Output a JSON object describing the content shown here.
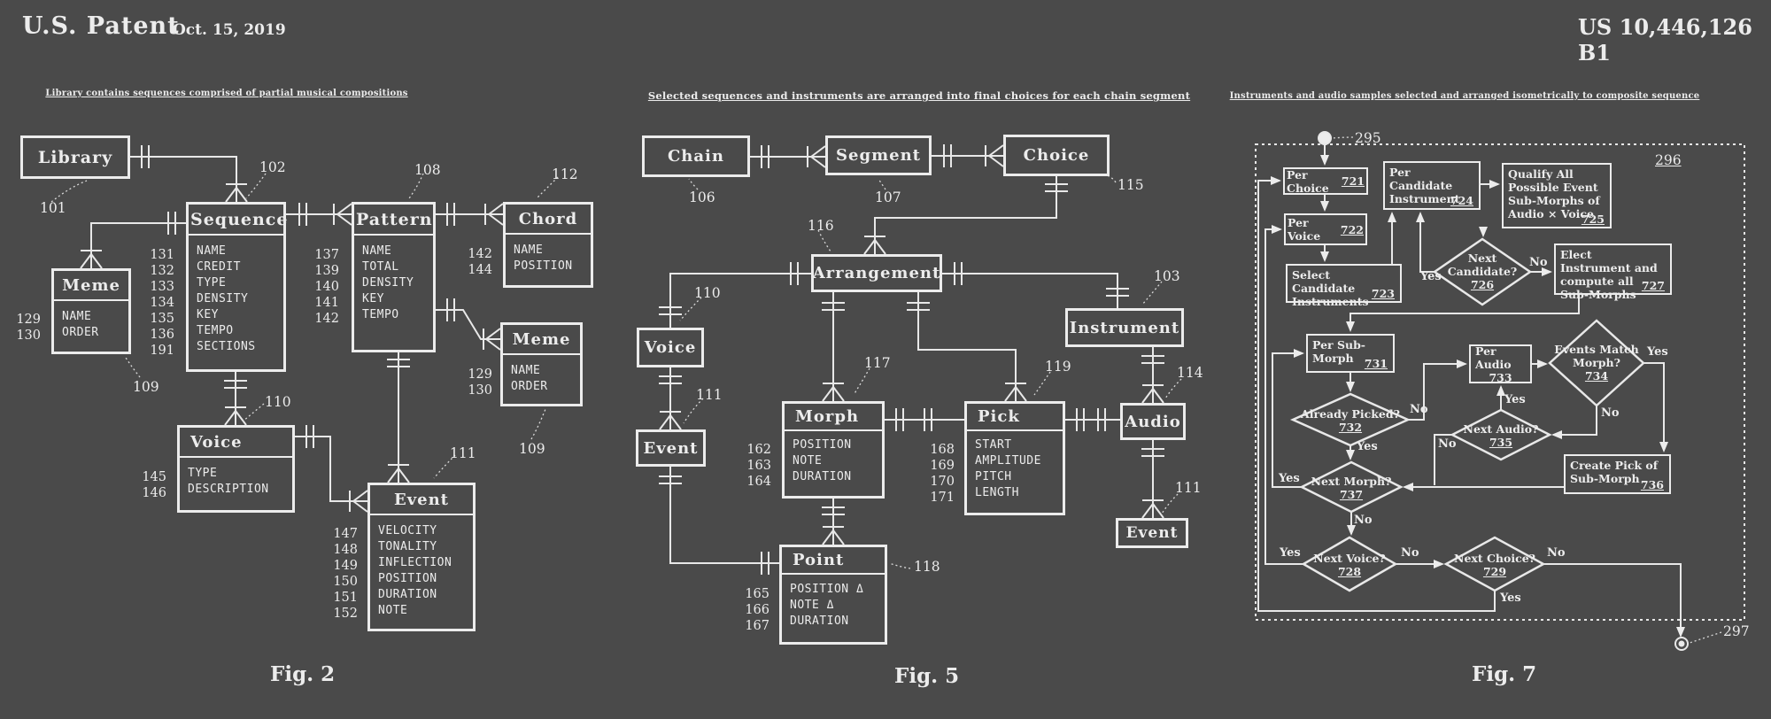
{
  "header": {
    "patent": "U.S. Patent",
    "date": "Oct. 15, 2019",
    "number": "US 10,446,126 B1"
  },
  "fig2": {
    "caption": "Library contains sequences comprised of partial musical compositions",
    "label": "Fig. 2",
    "entities": [
      {
        "title": "Library",
        "ref": "101",
        "fields": [],
        "refs": []
      },
      {
        "title": "Sequence",
        "ref": "102",
        "fields": [
          "NAME",
          "CREDIT",
          "TYPE",
          "DENSITY",
          "KEY",
          "TEMPO",
          "SECTIONS"
        ],
        "refs": [
          "131",
          "132",
          "133",
          "134",
          "135",
          "136",
          "191"
        ]
      },
      {
        "title": "Meme",
        "ref": "109",
        "fields": [
          "NAME",
          "ORDER"
        ],
        "refs": [
          "129",
          "130"
        ]
      },
      {
        "title": "Pattern",
        "ref": "108",
        "fields": [
          "NAME",
          "TOTAL",
          "DENSITY",
          "KEY",
          "TEMPO"
        ],
        "refs": [
          "137",
          "139",
          "140",
          "141",
          "142"
        ]
      },
      {
        "title": "Chord",
        "ref": "112",
        "fields": [
          "NAME",
          "POSITION"
        ],
        "refs": [
          "142",
          "144"
        ]
      },
      {
        "title": "Meme",
        "ref": "109",
        "fields": [
          "NAME",
          "ORDER"
        ],
        "refs": [
          "129",
          "130"
        ]
      },
      {
        "title": "Voice",
        "ref": "110",
        "fields": [
          "TYPE",
          "DESCRIPTION"
        ],
        "refs": [
          "145",
          "146"
        ]
      },
      {
        "title": "Event",
        "ref": "111",
        "fields": [
          "VELOCITY",
          "TONALITY",
          "INFLECTION",
          "POSITION",
          "DURATION",
          "NOTE"
        ],
        "refs": [
          "147",
          "148",
          "149",
          "150",
          "151",
          "152"
        ]
      }
    ]
  },
  "fig5": {
    "caption": "Selected sequences and instruments are arranged into final choices for each chain segment",
    "label": "Fig. 5",
    "entities": [
      {
        "title": "Chain",
        "ref": "106",
        "fields": [],
        "refs": []
      },
      {
        "title": "Segment",
        "ref": "107",
        "fields": [],
        "refs": []
      },
      {
        "title": "Choice",
        "ref": "115",
        "fields": [],
        "refs": []
      },
      {
        "title": "Arrangement",
        "ref": "116",
        "fields": [],
        "refs": []
      },
      {
        "title": "Instrument",
        "ref": "103",
        "fields": [],
        "refs": []
      },
      {
        "title": "Voice",
        "ref": "110",
        "fields": [],
        "refs": []
      },
      {
        "title": "Event",
        "ref": "111",
        "fields": [],
        "refs": []
      },
      {
        "title": "Morph",
        "ref": "117",
        "fields": [
          "POSITION",
          "NOTE",
          "DURATION"
        ],
        "refs": [
          "162",
          "163",
          "164"
        ]
      },
      {
        "title": "Pick",
        "ref": "119",
        "fields": [
          "START",
          "AMPLITUDE",
          "PITCH",
          "LENGTH"
        ],
        "refs": [
          "168",
          "169",
          "170",
          "171"
        ]
      },
      {
        "title": "Audio",
        "ref": "114",
        "fields": [],
        "refs": []
      },
      {
        "title": "Event",
        "ref": "111",
        "fields": [],
        "refs": []
      },
      {
        "title": "Point",
        "ref": "118",
        "fields": [
          "POSITION Δ",
          "NOTE Δ",
          "DURATION"
        ],
        "refs": [
          "165",
          "166",
          "167"
        ]
      }
    ]
  },
  "fig7": {
    "caption": "Instruments and audio samples selected and arranged isometrically to composite sequence",
    "label": "Fig. 7",
    "start_ref": "295",
    "border_ref": "296",
    "end_ref": "297",
    "boxes": [
      {
        "text": "Per Choice",
        "ref": "721"
      },
      {
        "text": "Per Voice",
        "ref": "722"
      },
      {
        "text": "Select Candidate Instruments",
        "ref": "723"
      },
      {
        "text": "Per Candidate Instrument",
        "ref": "724"
      },
      {
        "text": "Qualify All Possible Event Sub-Morphs of Audio × Voice",
        "ref": "725"
      },
      {
        "text": "Elect Instrument and compute all Sub-Morphs",
        "ref": "727"
      },
      {
        "text": "Per Sub-Morph",
        "ref": "731"
      },
      {
        "text": "Per Audio",
        "ref": "733"
      },
      {
        "text": "Create Pick of Sub-Morph",
        "ref": "736"
      }
    ],
    "diamonds": [
      {
        "text": "Next Candidate?",
        "ref": "726"
      },
      {
        "text": "Already Picked?",
        "ref": "732"
      },
      {
        "text": "Events Match Morph?",
        "ref": "734"
      },
      {
        "text": "Next Audio?",
        "ref": "735"
      },
      {
        "text": "Next Morph?",
        "ref": "737"
      },
      {
        "text": "Next Voice?",
        "ref": "728"
      },
      {
        "text": "Next Choice?",
        "ref": "729"
      }
    ],
    "edge_labels": [
      {
        "text": "Yes"
      },
      {
        "text": "No"
      },
      {
        "text": "No"
      },
      {
        "text": "Yes"
      },
      {
        "text": "Yes"
      },
      {
        "text": "No"
      },
      {
        "text": "Yes"
      },
      {
        "text": "No"
      },
      {
        "text": "Yes"
      },
      {
        "text": "No"
      },
      {
        "text": "Yes"
      },
      {
        "text": "No"
      },
      {
        "text": "No"
      },
      {
        "text": "Yes"
      }
    ]
  }
}
